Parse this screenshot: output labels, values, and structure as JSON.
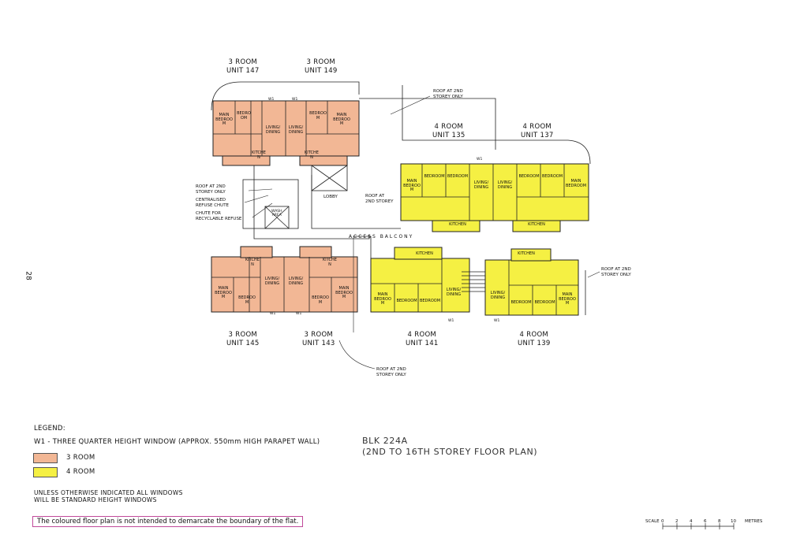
{
  "page_number": "28",
  "colors": {
    "three_room": "#f2b795",
    "four_room": "#f5f043",
    "line": "#222222",
    "disclaimer_border": "#c04a9a"
  },
  "units_top_left": [
    {
      "type": "3 ROOM",
      "unit": "UNIT 147"
    },
    {
      "type": "3 ROOM",
      "unit": "UNIT 149"
    }
  ],
  "units_top_right": [
    {
      "type": "4 ROOM",
      "unit": "UNIT 135"
    },
    {
      "type": "4 ROOM",
      "unit": "UNIT 137"
    }
  ],
  "units_bottom": [
    {
      "type": "3 ROOM",
      "unit": "UNIT 145"
    },
    {
      "type": "3 ROOM",
      "unit": "UNIT 143"
    },
    {
      "type": "4 ROOM",
      "unit": "UNIT 141"
    },
    {
      "type": "4 ROOM",
      "unit": "UNIT 139"
    }
  ],
  "notes": {
    "roof_2nd_top": [
      "ROOF AT 2ND",
      "STOREY ONLY"
    ],
    "roof_2nd_left": [
      "ROOF AT 2ND",
      "STOREY ONLY"
    ],
    "roof_2nd_mid": [
      "ROOF AT",
      "2ND STOREY"
    ],
    "roof_2nd_right": [
      "ROOF AT 2ND",
      "STOREY ONLY"
    ],
    "roof_2nd_bottom": [
      "ROOF AT 2ND",
      "STOREY ONLY"
    ],
    "refuse_chute": [
      "CENTRALISED",
      "REFUSE CHUTE"
    ],
    "recycle_chute": [
      "CHUTE FOR",
      "RECYCLABLE REFUSE"
    ],
    "lobby": "LOBBY",
    "access_balcony": "ACCESS BALCONY",
    "wash_area": [
      "WASH",
      "AREA"
    ],
    "w1": "W1"
  },
  "rooms": {
    "main_bedroom": "MAIN BEDROOM",
    "bedroom": "BEDROOM",
    "living_dining": "LIVING/ DINING",
    "kitchen": "KITCHEN"
  },
  "legend": {
    "title": "LEGEND:",
    "w1": "W1 - THREE QUARTER HEIGHT WINDOW (APPROX. 550mm HIGH PARAPET WALL)",
    "items": [
      {
        "label": "3 ROOM",
        "color": "#f2b795"
      },
      {
        "label": "4 ROOM",
        "color": "#f5f043"
      }
    ],
    "window_note": [
      "UNLESS OTHERWISE INDICATED ALL WINDOWS",
      "WILL BE STANDARD HEIGHT WINDOWS"
    ],
    "disclaimer": "The coloured floor plan is not intended to demarcate the boundary of the flat."
  },
  "title": {
    "block": "BLK 224A",
    "subtitle": "(2ND TO 16TH STOREY FLOOR PLAN)"
  },
  "scale": {
    "label": "SCALE",
    "ticks": [
      "0",
      "2",
      "4",
      "6",
      "8",
      "10"
    ],
    "unit": "METRES"
  }
}
